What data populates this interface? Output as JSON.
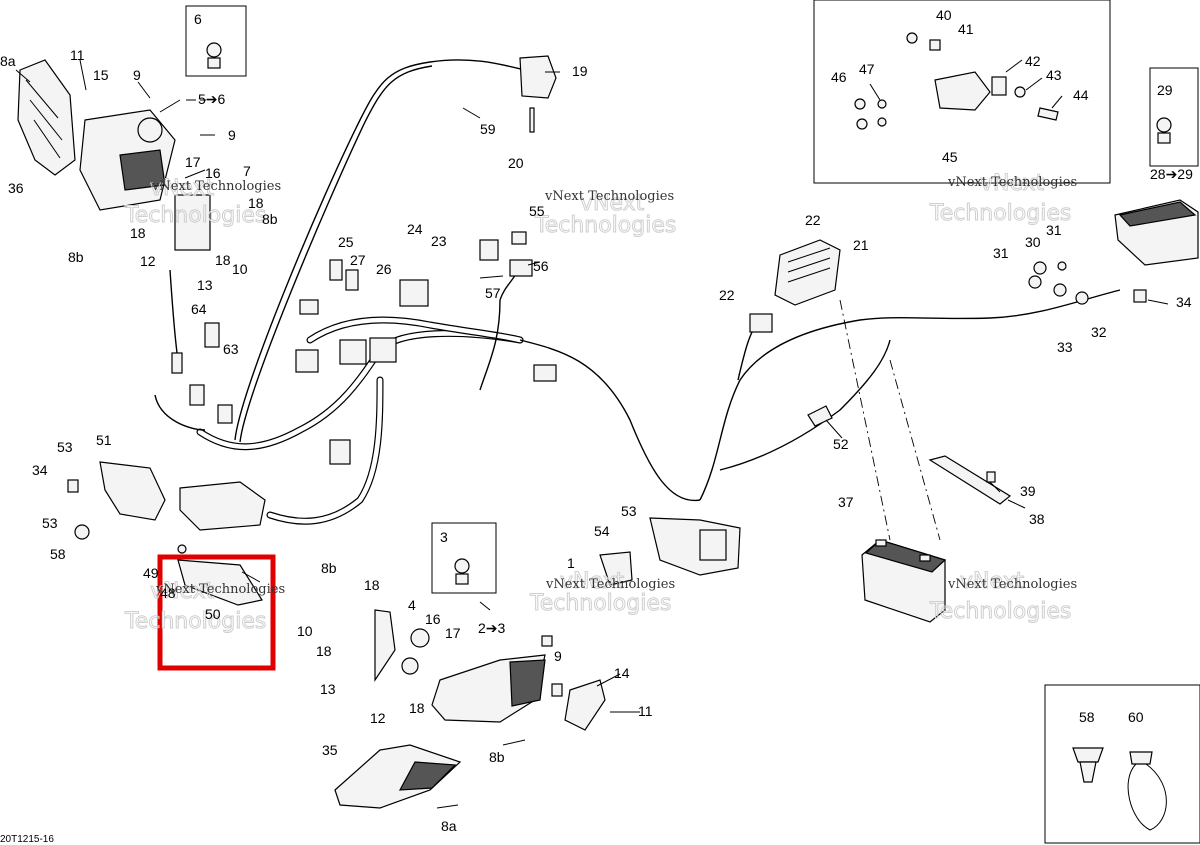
{
  "labels": {
    "l8a_top": "8a",
    "l11_top": "11",
    "l15": "15",
    "l9_top": "9",
    "l6": "6",
    "l5to6": "5➔6",
    "l9_mid": "9",
    "l36": "36",
    "l17_top": "17",
    "l16_top": "16",
    "l7": "7",
    "l18_tl": "18",
    "l8b_right": "8b",
    "l18_mid": "18",
    "l10_top": "10",
    "l8b_left": "8b",
    "l12_top": "12",
    "l13_top": "13",
    "l64": "64",
    "l63": "63",
    "l19": "19",
    "l59": "59",
    "l20": "20",
    "l24": "24",
    "l23": "23",
    "l25": "25",
    "l27": "27",
    "l26": "26",
    "l55": "55",
    "l56": "56",
    "l57": "57",
    "l53_top": "53",
    "l51": "51",
    "l34_left": "34",
    "l53_left": "53",
    "l58_left": "58",
    "l49": "49",
    "l48": "48",
    "l50": "50",
    "l3": "3",
    "l2to3": "2➔3",
    "l8b_mid": "8b",
    "l18_c1": "18",
    "l4": "4",
    "l10_mid": "10",
    "l16_mid": "16",
    "l17_mid": "17",
    "l18_c2": "18",
    "l13_mid": "13",
    "l12_mid": "12",
    "l18_c3": "18",
    "l9_low": "9",
    "l14": "14",
    "l11_low": "11",
    "l8b_low": "8b",
    "l35": "35",
    "l8a_low": "8a",
    "l1": "1",
    "l54": "54",
    "l53_mid": "53",
    "l22_top": "22",
    "l21": "21",
    "l22_left": "22",
    "l52": "52",
    "l37": "37",
    "l39": "39",
    "l38": "38",
    "l40": "40",
    "l41": "41",
    "l46": "46",
    "l47": "47",
    "l42": "42",
    "l43": "43",
    "l44": "44",
    "l45": "45",
    "l29": "29",
    "l28to29": "28➔29",
    "l30": "30",
    "l31_a": "31",
    "l31_b": "31",
    "l34_right": "34",
    "l32": "32",
    "l33": "33",
    "l58_inset": "58",
    "l60": "60"
  },
  "watermarks": {
    "small_1": "vNext Technologies",
    "small_2": "vNext Technologies",
    "small_3": "vNext Technologies",
    "small_4": "vNext Technologies",
    "small_5": "vNext Technologies",
    "small_6": "vNext Technologies",
    "large_1": "vNext",
    "large_2": "Technologies"
  },
  "footer_code": "20T1215-16",
  "highlight_color": "#e00000"
}
